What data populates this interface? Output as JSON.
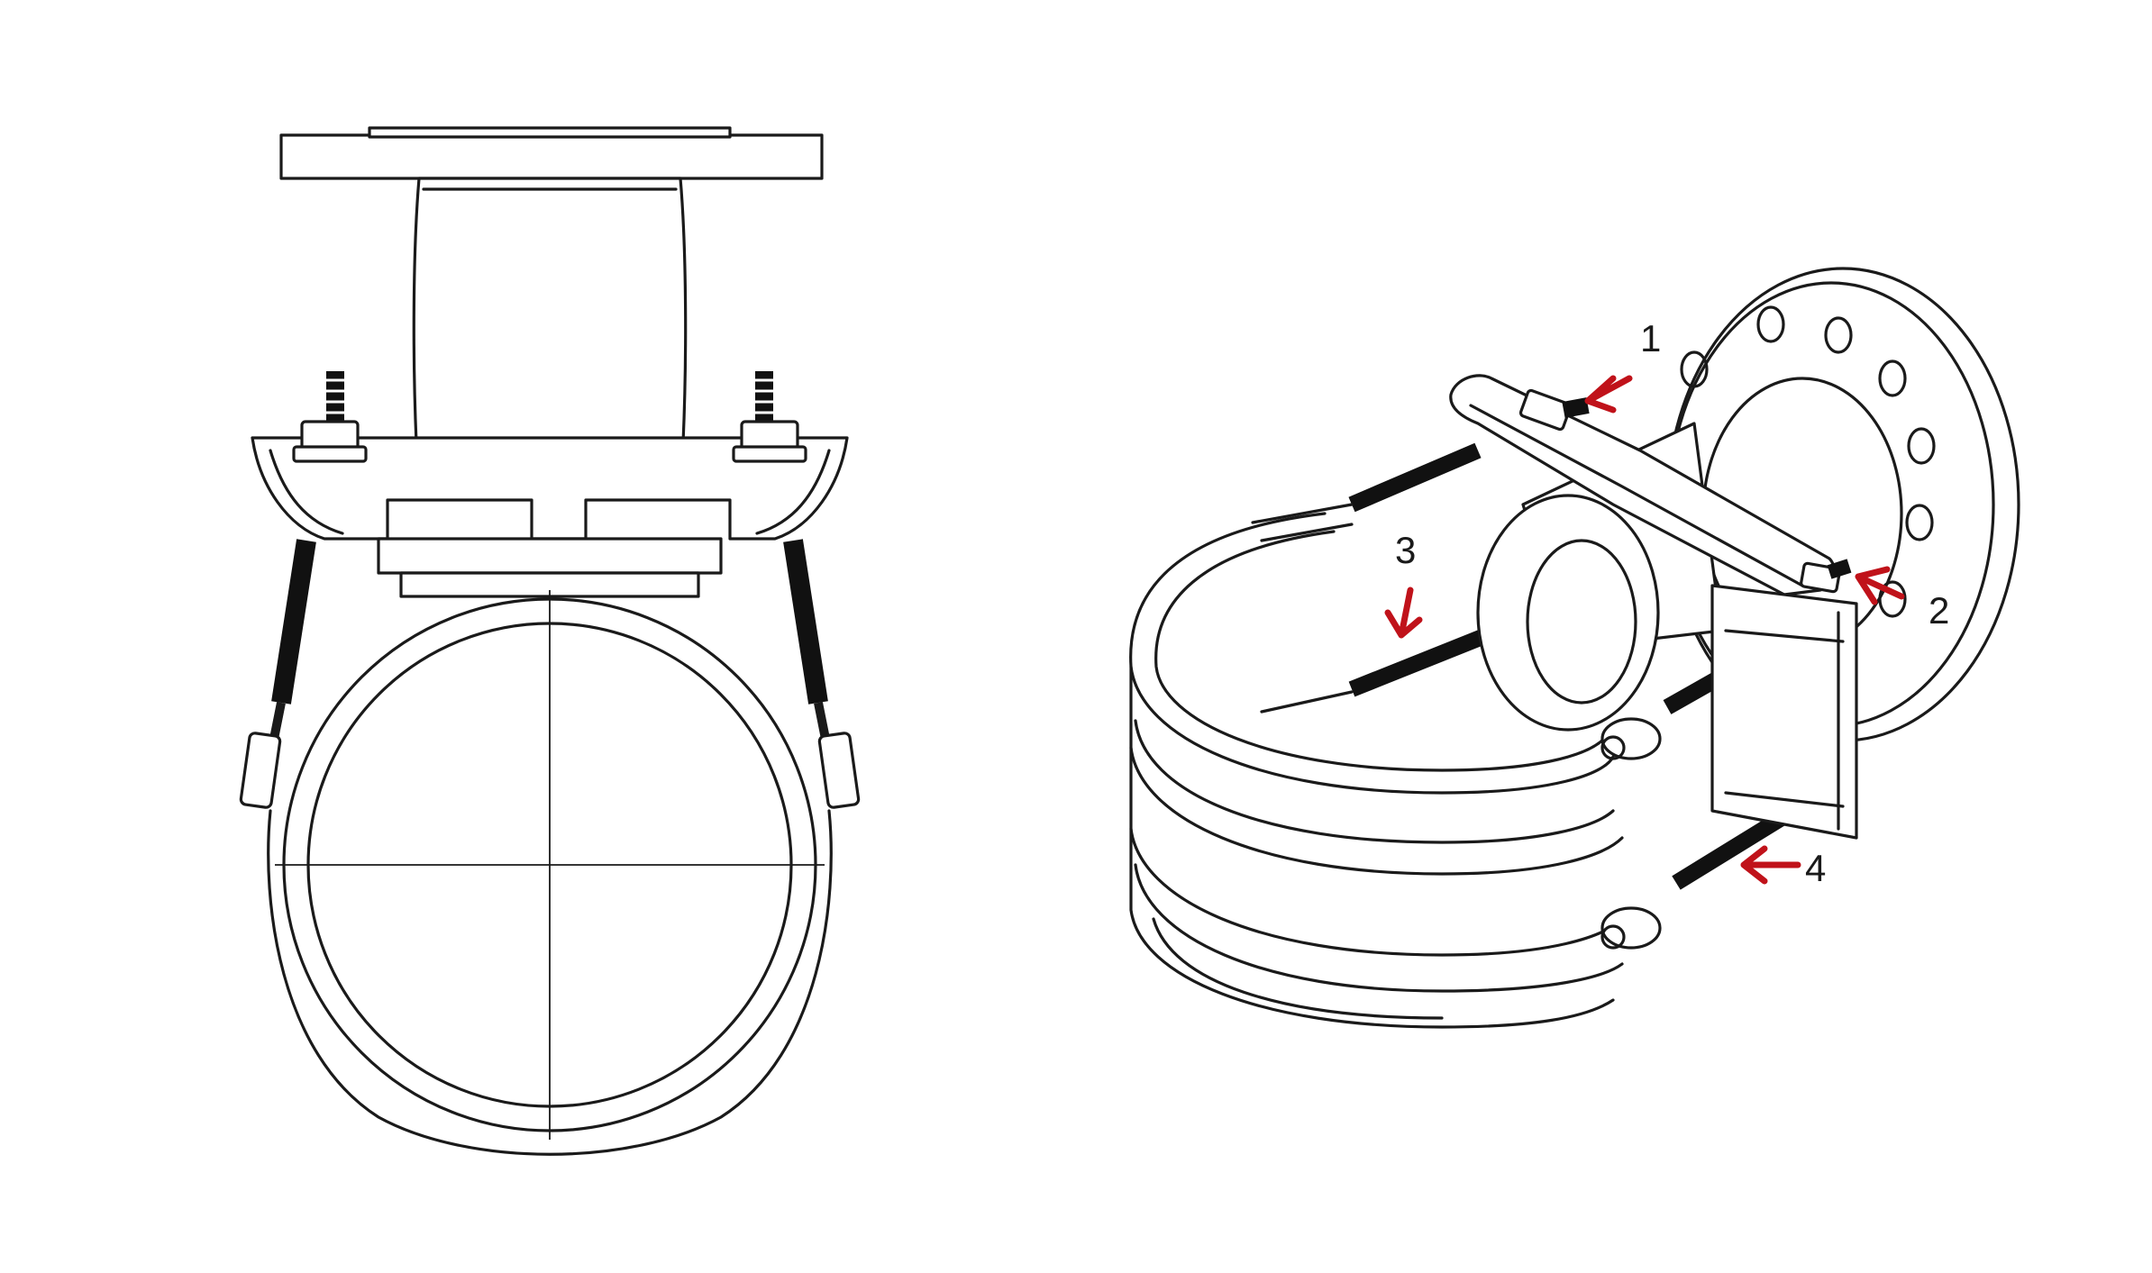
{
  "figure": {
    "left_view": {
      "name": "front-view-saddle-clamp"
    },
    "right_view": {
      "name": "isometric-view-saddle-clamp"
    },
    "callouts": [
      {
        "id": "1",
        "label": "1"
      },
      {
        "id": "2",
        "label": "2"
      },
      {
        "id": "3",
        "label": "3"
      },
      {
        "id": "4",
        "label": "4"
      }
    ],
    "colors": {
      "line": "#1a1a1a",
      "arrow": "#c0121a",
      "background": "#ffffff"
    }
  }
}
